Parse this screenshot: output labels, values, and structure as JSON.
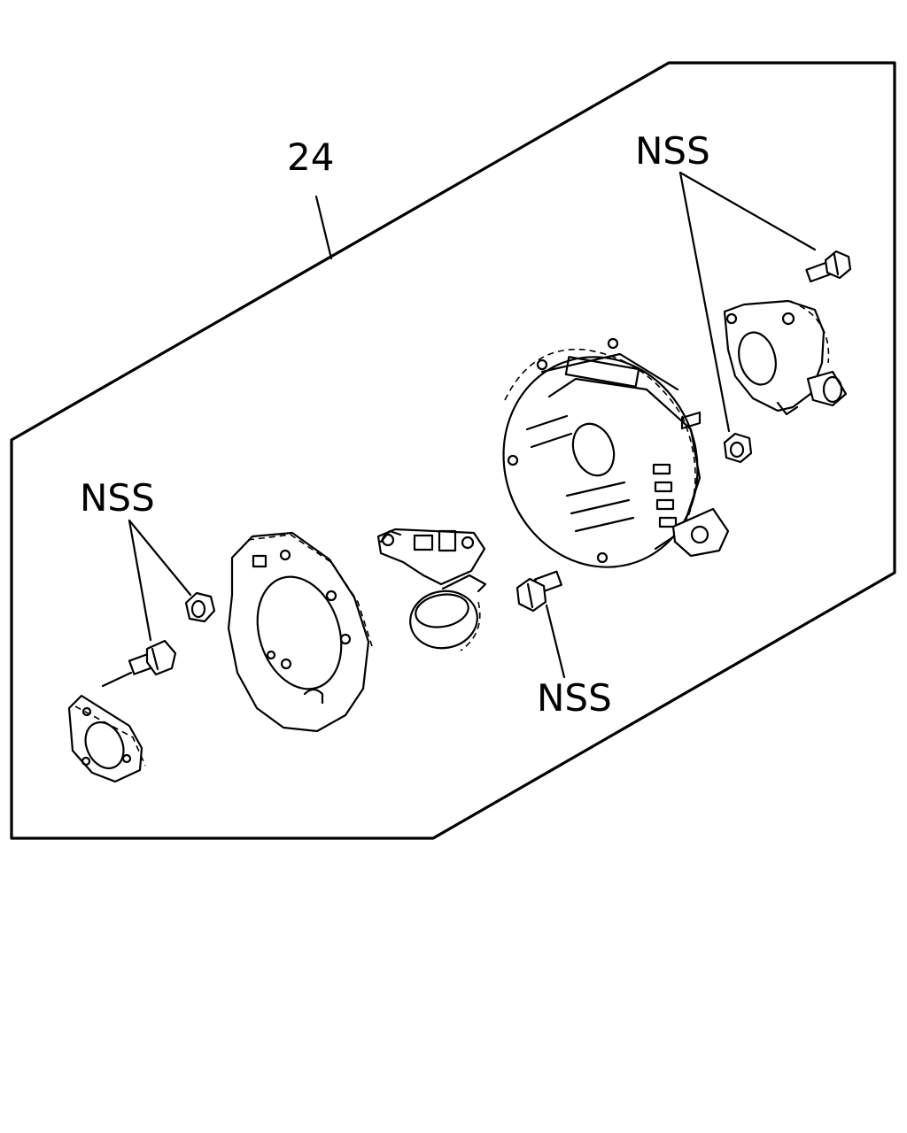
{
  "callouts": {
    "assembly_number": "24",
    "nss_upper_right": "NSS",
    "nss_left": "NSS",
    "nss_center": "NSS"
  }
}
